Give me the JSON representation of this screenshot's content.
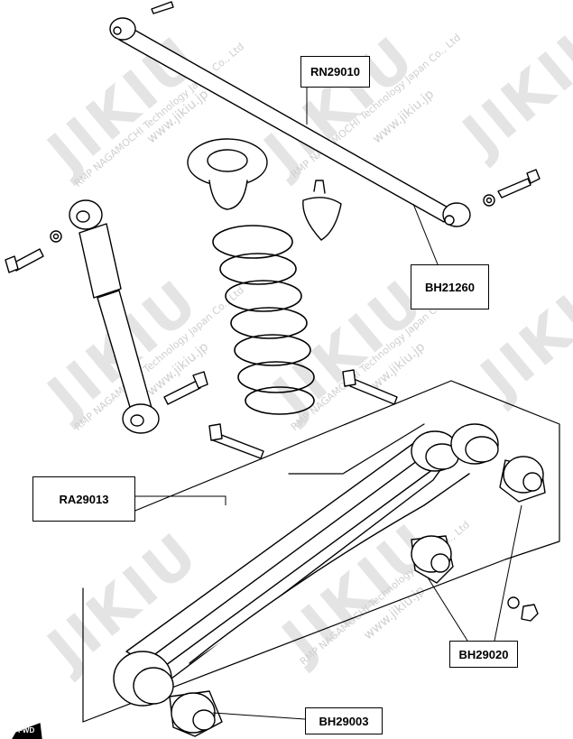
{
  "watermark": {
    "brand": "JIKIU",
    "company": "RMP NAGAMOCHI Technology Japan Co., Ltd",
    "url": "www.jikiu.jp"
  },
  "labels": {
    "rn29010": "RN29010",
    "bh21260": "BH21260",
    "ra29013": "RA29013",
    "bh29020": "BH29020",
    "bh29003": "BH29003"
  },
  "corner_mark": "FWD"
}
